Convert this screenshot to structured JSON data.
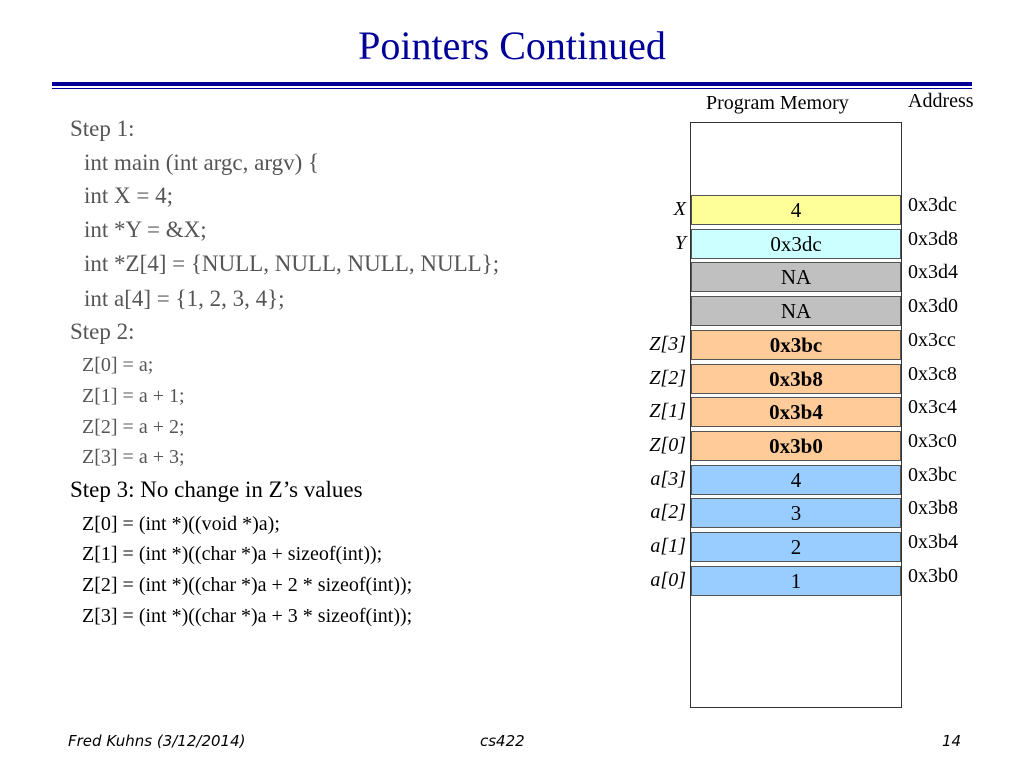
{
  "slide": {
    "title": "Pointers Continued",
    "code_lines": [
      "Step 1:",
      "int main (int argc, argv) {",
      "int X = 4;",
      "int *Y = &X;",
      "int *Z[4] = {NULL, NULL, NULL, NULL};",
      "int a[4] = {1, 2, 3, 4};",
      "Step 2:",
      "Z[0] = a;",
      "Z[1] = a + 1;",
      "Z[2] = a + 2;",
      "Z[3] = a + 3;",
      "Step 3: No change in Z’s values",
      "Z[0] = (int *)((void *)a);",
      "Z[1] = (int *)((char *)a + sizeof(int));",
      "Z[2] = (int *)((char *)a + 2 * sizeof(int));",
      "Z[3] = (int *)((char *)a + 3 * sizeof(int));"
    ]
  },
  "memory": {
    "header_memory": "Program Memory",
    "header_address": "Address",
    "cells": [
      {
        "label": "X",
        "value": "4",
        "address": "0x3dc",
        "color": "#ffff99",
        "bold": false
      },
      {
        "label": "Y",
        "value": "0x3dc",
        "address": "0x3d8",
        "color": "#ccffff",
        "bold": false
      },
      {
        "label": "",
        "value": "NA",
        "address": "0x3d4",
        "color": "#c0c0c0",
        "bold": false
      },
      {
        "label": "",
        "value": "NA",
        "address": "0x3d0",
        "color": "#c0c0c0",
        "bold": false
      },
      {
        "label": "Z[3]",
        "value": "0x3bc",
        "address": "0x3cc",
        "color": "#ffcc99",
        "bold": true
      },
      {
        "label": "Z[2]",
        "value": "0x3b8",
        "address": "0x3c8",
        "color": "#ffcc99",
        "bold": true
      },
      {
        "label": "Z[1]",
        "value": "0x3b4",
        "address": "0x3c4",
        "color": "#ffcc99",
        "bold": true
      },
      {
        "label": "Z[0]",
        "value": "0x3b0",
        "address": "0x3c0",
        "color": "#ffcc99",
        "bold": true
      },
      {
        "label": "a[3]",
        "value": "4",
        "address": "0x3bc",
        "color": "#99ccff",
        "bold": false
      },
      {
        "label": "a[2]",
        "value": "3",
        "address": "0x3b8",
        "color": "#99ccff",
        "bold": false
      },
      {
        "label": "a[1]",
        "value": "2",
        "address": "0x3b4",
        "color": "#99ccff",
        "bold": false
      },
      {
        "label": "a[0]",
        "value": "1",
        "address": "0x3b0",
        "color": "#99ccff",
        "bold": false
      }
    ]
  },
  "footer": {
    "author": "Fred Kuhns (3/12/2014)",
    "course": "cs422",
    "page": "14"
  }
}
